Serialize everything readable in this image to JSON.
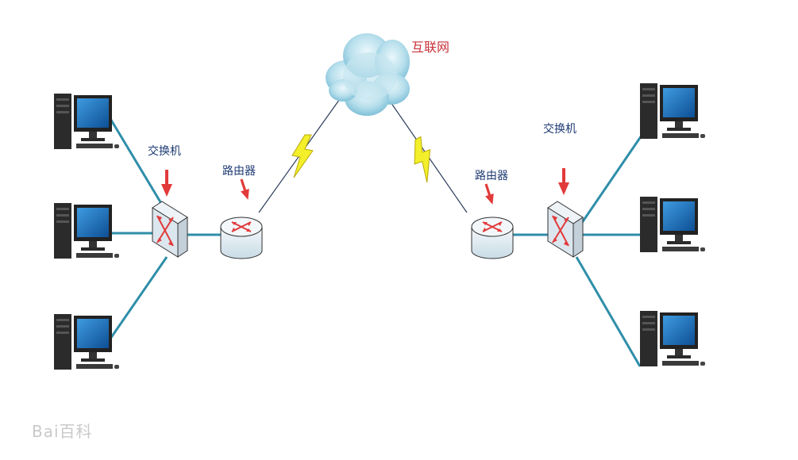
{
  "labels": {
    "internet": "互联网",
    "router_left": "路由器",
    "router_right": "路由器",
    "switch_left": "交换机",
    "switch_right": "交换机"
  },
  "watermark": "Bai百科",
  "colors": {
    "link": "#2f8ea9",
    "wan_link": "#2a3a5a",
    "arrow": "#e23a3a",
    "bolt": "#f3ef2a",
    "cloud": "#9fd3e6",
    "monitor_screen": "#1b6fb5"
  },
  "icons": {
    "computer": "computer-icon",
    "switch": "switch-icon",
    "router": "router-icon",
    "cloud": "cloud-icon",
    "bolt": "lightning-bolt-icon"
  }
}
